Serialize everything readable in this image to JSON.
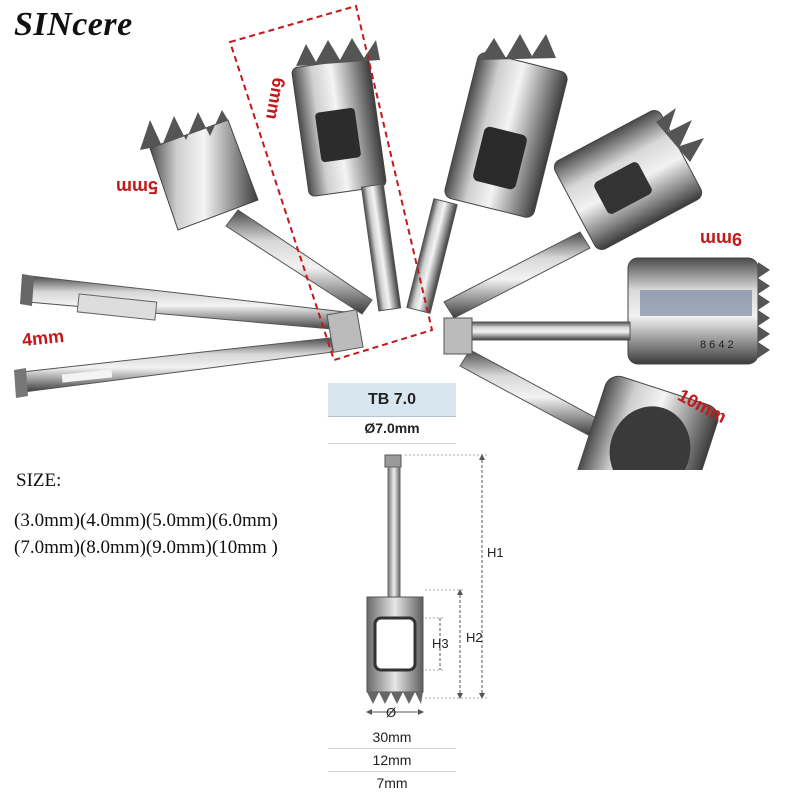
{
  "brand": "SINcere",
  "drill_labels": {
    "d4": "4mm",
    "d5": "5mm",
    "d6": "6mm",
    "d9": "9mm",
    "d10": "10mm"
  },
  "spec": {
    "model": "TB 7.0",
    "diameter": "Ø7.0mm",
    "h1_label": "H1",
    "h2_label": "H2",
    "h3_label": "H3",
    "dia_symbol": "Ø",
    "measures": [
      "30mm",
      "12mm",
      "7mm"
    ]
  },
  "sizes": {
    "label": "SIZE:",
    "line1": "(3.0mm)(4.0mm)(5.0mm)(6.0mm)",
    "line2": "(7.0mm)(8.0mm)(9.0mm)(10mm )"
  },
  "colors": {
    "label_red": "#c21a1a",
    "spec_header": "#d8e6ef"
  }
}
